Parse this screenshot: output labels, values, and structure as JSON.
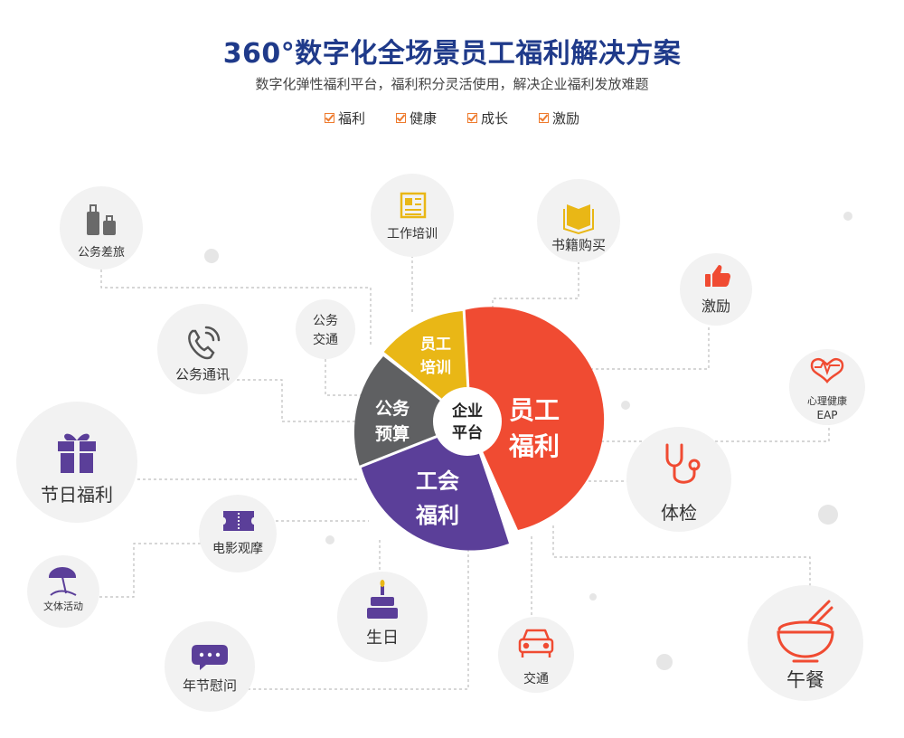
{
  "header": {
    "title": "360°数字化全场景员工福利解决方案",
    "subtitle": "数字化弹性福利平台，福利积分灵活使用，解决企业福利发放难题",
    "tags": [
      "福利",
      "健康",
      "成长",
      "激励"
    ]
  },
  "colors": {
    "title": "#1f3a8a",
    "check": "#ee7b2e",
    "employee_welfare": "#f04b32",
    "union_welfare": "#5b3f99",
    "business_budget": "#5f6062",
    "training": "#e9b716",
    "node_bg": "#f2f2f2"
  },
  "hub": {
    "center": [
      "企业",
      "平台"
    ],
    "employee_welfare": [
      "员工",
      "福利"
    ],
    "union_welfare": [
      "工会",
      "福利"
    ],
    "business_budget": [
      "公务",
      "预算"
    ],
    "training": [
      "员工",
      "培训"
    ]
  },
  "nodes": {
    "business_travel": {
      "label": "公务差旅",
      "icon": "luggage-icon"
    },
    "work_training": {
      "label": "工作培训",
      "icon": "newspaper-icon"
    },
    "book_purchase": {
      "label": "书籍购买",
      "icon": "open-book-icon"
    },
    "incentive": {
      "label": "激励",
      "icon": "thumbs-up-icon"
    },
    "business_transport": {
      "label_lines": [
        "公务",
        "交通"
      ]
    },
    "business_communication": {
      "label": "公务通讯",
      "icon": "phone-icon"
    },
    "mental_health": {
      "label_lines": [
        "心理健康",
        "EAP"
      ],
      "icon": "heart-pulse-icon"
    },
    "holiday_welfare": {
      "label": "节日福利",
      "icon": "gift-icon"
    },
    "physical_exam": {
      "label": "体检",
      "icon": "stethoscope-icon"
    },
    "movie_massage": {
      "label": "电影观摩",
      "icon": "ticket-icon"
    },
    "culture_sports": {
      "label": "文体活动",
      "icon": "beach-umbrella-icon"
    },
    "birthday": {
      "label": "生日",
      "icon": "cake-icon"
    },
    "holiday_condolence": {
      "label": "年节慰问",
      "icon": "chat-bubble-icon"
    },
    "transport": {
      "label": "交通",
      "icon": "car-icon"
    },
    "lunch": {
      "label": "午餐",
      "icon": "rice-bowl-icon"
    }
  }
}
